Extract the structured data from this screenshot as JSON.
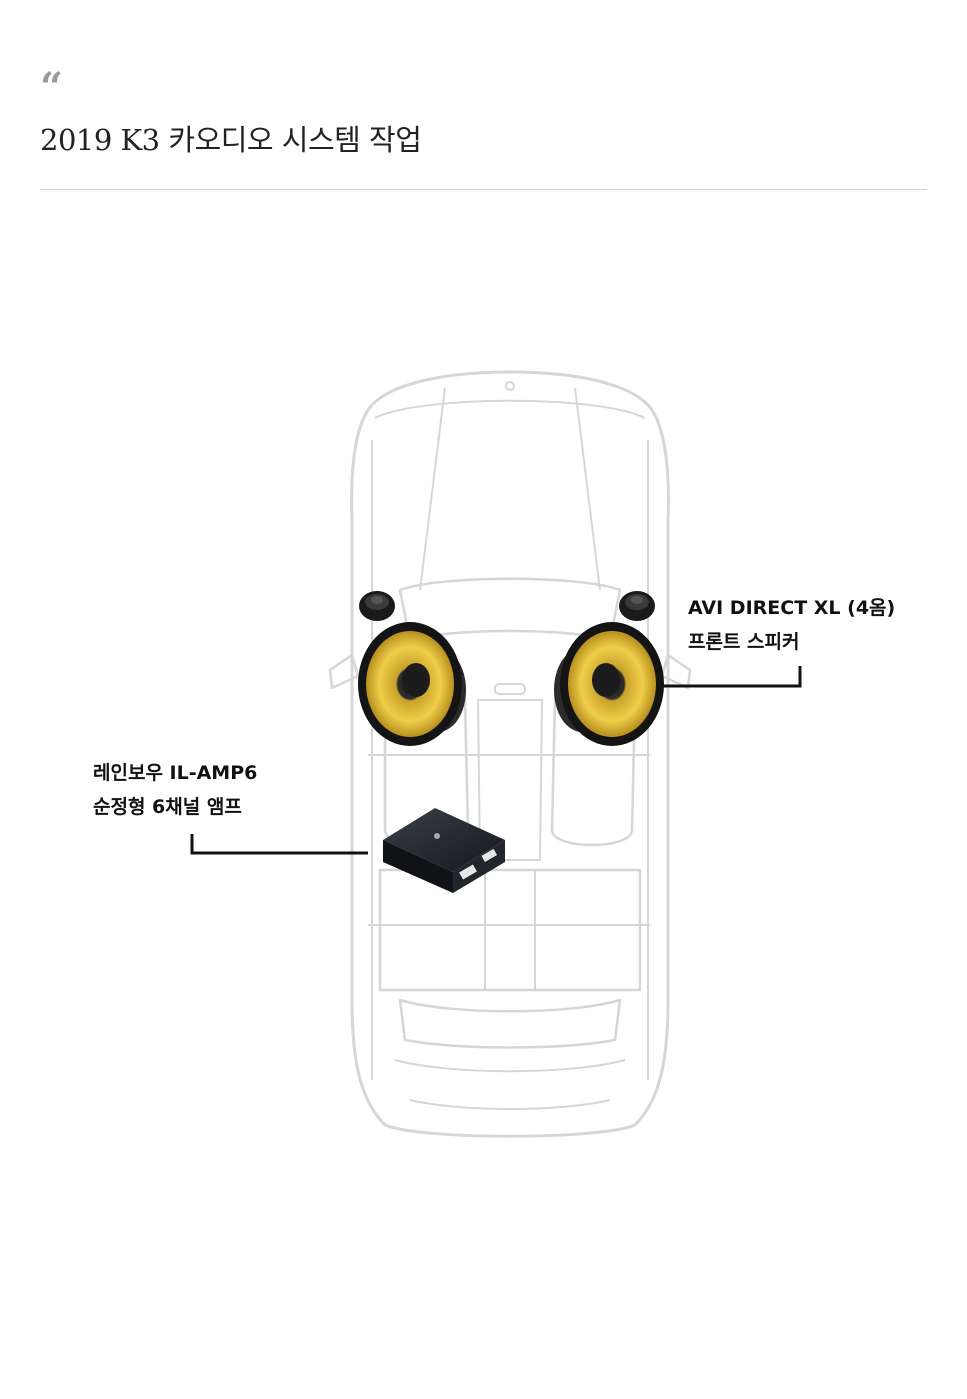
{
  "header": {
    "quote_symbol": "“",
    "title": "2019 K3 카오디오 시스템 작업"
  },
  "callouts": {
    "speaker": {
      "line1": "AVI DIRECT XL (4옴)",
      "line2": "프론트 스피커"
    },
    "amp": {
      "line1": "레인보우 IL-AMP6",
      "line2": "순정형 6채널 앰프"
    }
  },
  "colors": {
    "car_outline": "#d9d9d9",
    "speaker_cone": "#e8c23c",
    "speaker_frame": "#1a1a1a",
    "amp_body": "#1c1f24",
    "callout_line": "#111111"
  },
  "icons": {
    "car": "car-top-view-illustration",
    "speakers": "woofer-speaker",
    "tweeters": "tweeter-speaker",
    "amp": "amplifier-box"
  }
}
